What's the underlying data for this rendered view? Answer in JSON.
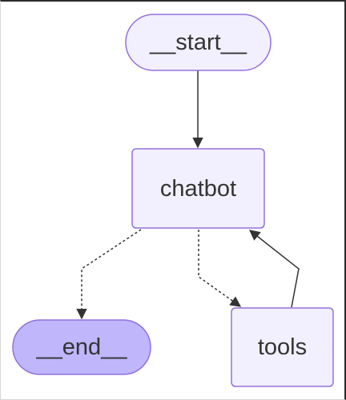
{
  "diagram": {
    "nodes": {
      "start": {
        "label": "__start__"
      },
      "chatbot": {
        "label": "chatbot"
      },
      "end": {
        "label": "__end__"
      },
      "tools": {
        "label": "tools"
      }
    },
    "edges": [
      {
        "from": "start",
        "to": "chatbot",
        "style": "solid"
      },
      {
        "from": "chatbot",
        "to": "end",
        "style": "dotted"
      },
      {
        "from": "chatbot",
        "to": "tools",
        "style": "dotted"
      },
      {
        "from": "tools",
        "to": "chatbot",
        "style": "solid"
      }
    ],
    "colors": {
      "node_fill": "#f2f0ff",
      "node_stroke": "#9370db",
      "end_fill": "#bfb6fc",
      "edge": "#333333",
      "text": "#333333"
    }
  }
}
